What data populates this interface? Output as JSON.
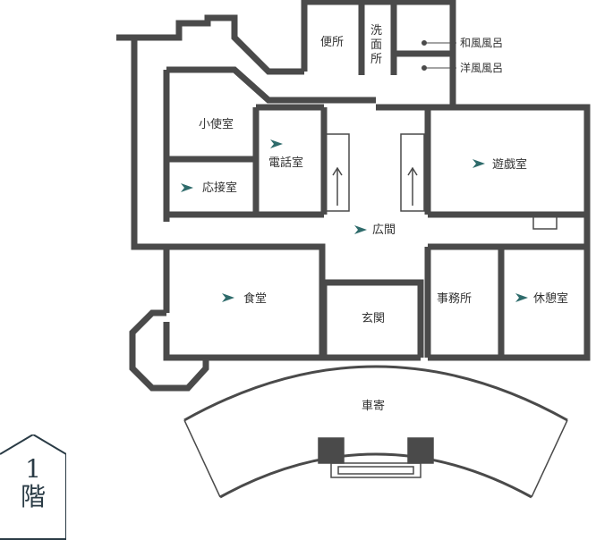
{
  "floor": {
    "number": "1",
    "kanji": "階"
  },
  "rooms": {
    "toilet": "便所",
    "washroom": "洗\n面\n所",
    "japanese_bath": "和風風呂",
    "western_bath": "洋風風呂",
    "servant_room": "小使室",
    "phone_room": "電話室",
    "reception_room": "応接室",
    "game_room": "遊戯室",
    "hall": "広間",
    "dining_room": "食堂",
    "entrance": "玄関",
    "office": "事務所",
    "lounge": "休憩室",
    "carriage_porch": "車寄"
  },
  "colors": {
    "wall": "#4a4a4a",
    "arrow": "#2e6b6b",
    "window": "#d9d9d9",
    "badge": "#2a3b45"
  }
}
